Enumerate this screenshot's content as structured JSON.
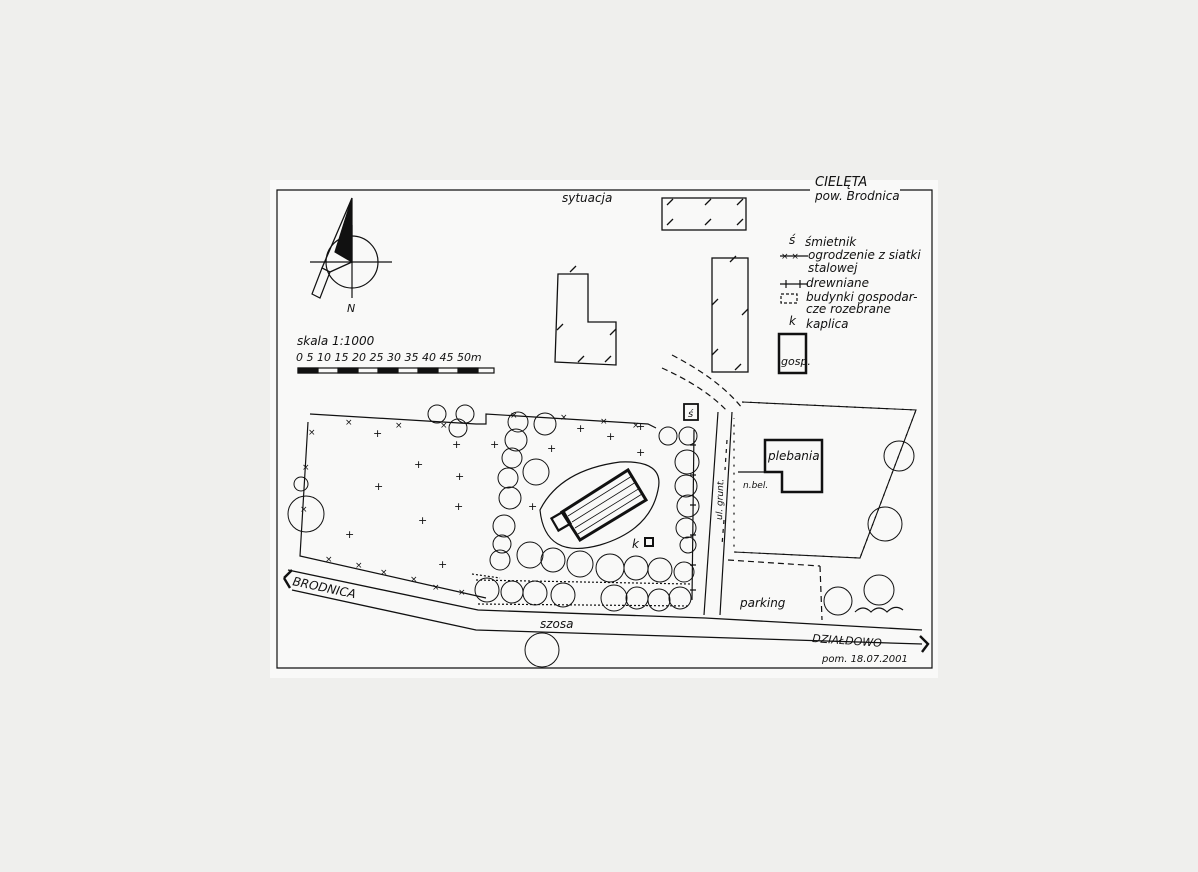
{
  "title": {
    "place": "CIELĘTA",
    "county": "pow. Brodnica"
  },
  "heading": "sytuacja",
  "legend": {
    "s_symbol": "ś",
    "s_label": "śmietnik",
    "fence_label_1": "ogrodzenie z siatki",
    "fence_label_2": "stalowej",
    "wood_label": "drewniane",
    "demolished_label_1": "budynki gospodar-",
    "demolished_label_2": "cze rozebrane",
    "k_symbol": "k",
    "k_label": "kaplica"
  },
  "north": "N",
  "scale": {
    "label": "skala 1:1000",
    "ticks": "0  5  10 15 20  25 30  35 40  45 50m"
  },
  "labels": {
    "gosp": "gosp.",
    "plebania": "plebania",
    "n_bel": "n.bel.",
    "ul_grunt": "ul. grunt.",
    "parking": "parking",
    "szosa": "szosa",
    "k_chapel": "k",
    "s_bin": "ś"
  },
  "directions": {
    "west": "BRODNICA",
    "east": "DZIAŁDOWO"
  },
  "survey_note": "pom. 18.07.2001",
  "colors": {
    "ink": "#111111",
    "paper": "#f9f9f8",
    "background": "#efefed"
  }
}
